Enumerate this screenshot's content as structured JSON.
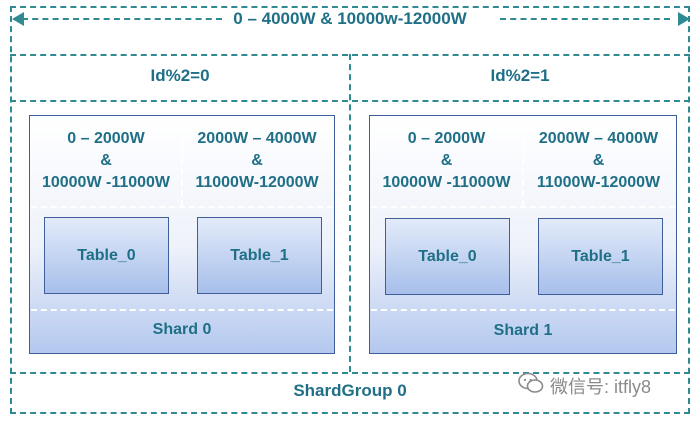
{
  "total_range": "0 – 4000W & 10000w-12000W",
  "groups": [
    {
      "condition": "Id%2=0",
      "shard_name": "Shard 0",
      "tables": [
        {
          "range_lines": [
            "0 – 2000W",
            "&",
            "10000W -11000W"
          ],
          "table": "Table_0"
        },
        {
          "range_lines": [
            "2000W – 4000W",
            "&",
            "11000W-12000W"
          ],
          "table": "Table_1"
        }
      ]
    },
    {
      "condition": "Id%2=1",
      "shard_name": "Shard 1",
      "tables": [
        {
          "range_lines": [
            "0 – 2000W",
            "&",
            "10000W -11000W"
          ],
          "table": "Table_0"
        },
        {
          "range_lines": [
            "2000W – 4000W",
            "&",
            "11000W-12000W"
          ],
          "table": "Table_1"
        }
      ]
    }
  ],
  "shard_group": "ShardGroup 0",
  "watermark": "微信号: itfly8",
  "colors": {
    "dash": "#2f8a92",
    "text": "#1f6f87",
    "border": "#3f5f9a"
  }
}
